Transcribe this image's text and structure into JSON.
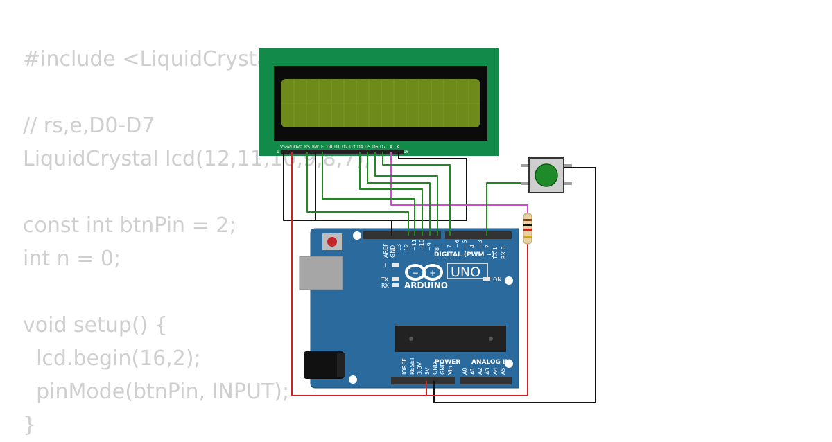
{
  "code_lines": [
    "#include <LiquidCrystal.h>",
    "",
    "// rs,e,D0-D7",
    "LiquidCrystal lcd(12,11,10,9,8,7);",
    "",
    "const int btnPin = 2;",
    "int n = 0;",
    "",
    "void setup() {",
    "  lcd.begin(16,2);",
    "  pinMode(btnPin, INPUT);",
    "}"
  ],
  "lcd": {
    "pin_labels": [
      "VSS",
      "VDD",
      "V0",
      "RS",
      "RW",
      "E",
      "D0",
      "D1",
      "D2",
      "D3",
      "D4",
      "D5",
      "D6",
      "D7",
      "A",
      "K"
    ],
    "first_pin_number": "1",
    "last_pin_number": "16"
  },
  "arduino": {
    "brand": "ARDUINO",
    "model": "UNO",
    "digital_header_label": "DIGITAL (PWM ~)",
    "top_left_pin_labels": [
      "AREF",
      "GND",
      "13",
      "12",
      "~11",
      "~10",
      "~9",
      "8"
    ],
    "top_right_pin_labels": [
      "7",
      "~6",
      "~5",
      "4",
      "~3",
      "2",
      "TX 1",
      "RX 0"
    ],
    "power_header_label": "POWER",
    "analog_header_label": "ANALOG IN",
    "power_pin_labels": [
      "IOREF",
      "RESET",
      "3.3V",
      "5V",
      "GND",
      "GND",
      "Vin"
    ],
    "analog_pin_labels": [
      "A0",
      "A1",
      "A2",
      "A3",
      "A4",
      "A5"
    ],
    "led_labels": {
      "l": "L",
      "tx": "TX",
      "rx": "RX",
      "on": "ON"
    }
  },
  "colors": {
    "code_text": "#cfcfcf",
    "board": "#2b6a9c",
    "lcd_pcb": "#118a4a",
    "lcd_screen": "#6e8a1a",
    "wire_green": "#1f8a1f",
    "wire_black": "#111111",
    "wire_red": "#d42020",
    "wire_magenta": "#e040e0",
    "button": "#1e8a2a"
  }
}
